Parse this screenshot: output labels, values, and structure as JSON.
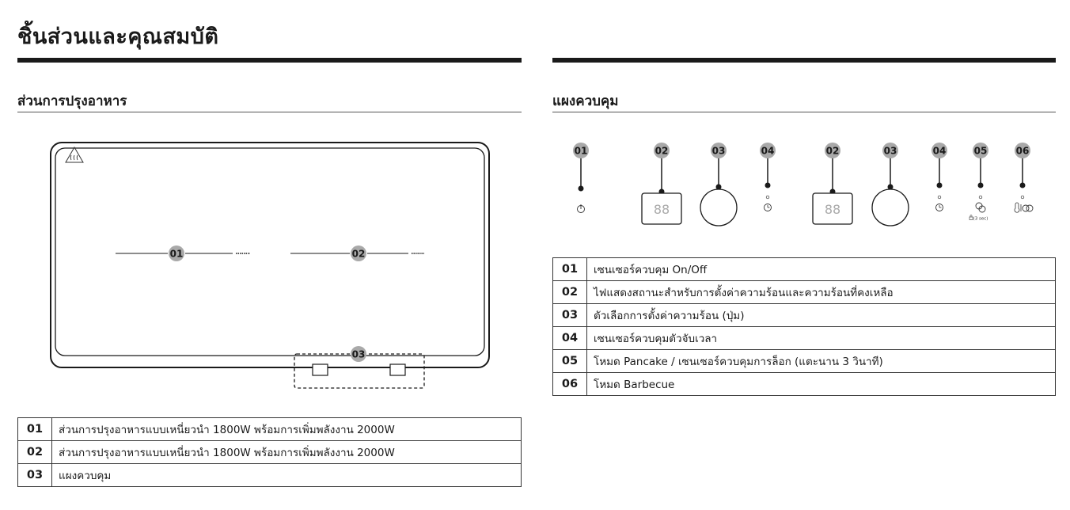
{
  "page_title": "ชิ้นส่วนและคุณสมบัติ",
  "left_section": {
    "heading": "ส่วนการปรุงอาหาร",
    "callouts": [
      "01",
      "02",
      "03"
    ],
    "items": [
      {
        "num": "01",
        "text": "ส่วนการปรุงอาหารแบบเหนี่ยวนำ 1800W พร้อมการเพิ่มพลังงาน 2000W"
      },
      {
        "num": "02",
        "text": "ส่วนการปรุงอาหารแบบเหนี่ยวนำ 1800W พร้อมการเพิ่มพลังงาน 2000W"
      },
      {
        "num": "03",
        "text": "แผงควบคุม"
      }
    ]
  },
  "right_section": {
    "heading": "แผงควบคุม",
    "callouts": [
      "01",
      "02",
      "03",
      "04",
      "02",
      "03",
      "04",
      "05",
      "06"
    ],
    "display_digits": "88",
    "lock_caption": "(3 sec)",
    "items": [
      {
        "num": "01",
        "text": "เซนเซอร์ควบคุม On/Off"
      },
      {
        "num": "02",
        "text": "ไฟแสดงสถานะสำหรับการตั้งค่าความร้อนและความร้อนที่คงเหลือ"
      },
      {
        "num": "03",
        "text": "ตัวเลือกการตั้งค่าความร้อน (ปุ่ม)"
      },
      {
        "num": "04",
        "text": "เซนเซอร์ควบคุมตัวจับเวลา"
      },
      {
        "num": "05",
        "text": "โหมด Pancake / เซนเซอร์ควบคุมการล็อก (แตะนาน 3 วินาที)"
      },
      {
        "num": "06",
        "text": "โหมด Barbecue"
      }
    ]
  },
  "colors": {
    "callout_fill": "#a9a9a9",
    "ink": "#1a1a1a"
  }
}
